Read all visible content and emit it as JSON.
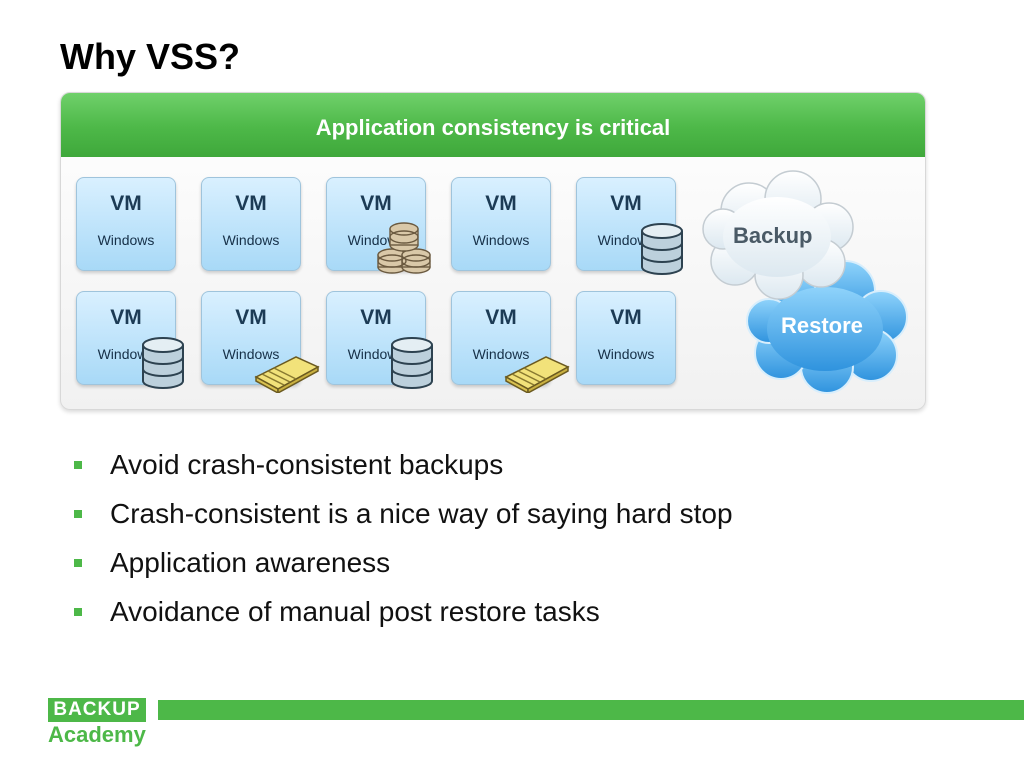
{
  "title": "Why VSS?",
  "banner": "Application consistency is critical",
  "vms": [
    {
      "label": "VM",
      "os": "Windows"
    },
    {
      "label": "VM",
      "os": "Windows"
    },
    {
      "label": "VM",
      "os": "Windows"
    },
    {
      "label": "VM",
      "os": "Windows"
    },
    {
      "label": "VM",
      "os": "Windows"
    },
    {
      "label": "VM",
      "os": "Windows"
    },
    {
      "label": "VM",
      "os": "Windows"
    },
    {
      "label": "VM",
      "os": "Windows"
    },
    {
      "label": "VM",
      "os": "Windows"
    },
    {
      "label": "VM",
      "os": "Windows"
    }
  ],
  "clouds": {
    "backup": "Backup",
    "restore": "Restore"
  },
  "bullets": [
    "Avoid crash-consistent backups",
    "Crash-consistent is a nice way of saying hard stop",
    "Application awareness",
    "Avoidance of manual post restore tasks"
  ],
  "logo": {
    "top": "BACKUP",
    "bottom": "Academy"
  },
  "colors": {
    "accent_green": "#4db848",
    "vm_blue": "#a8d9f7",
    "restore_blue": "#3ea6e8"
  }
}
